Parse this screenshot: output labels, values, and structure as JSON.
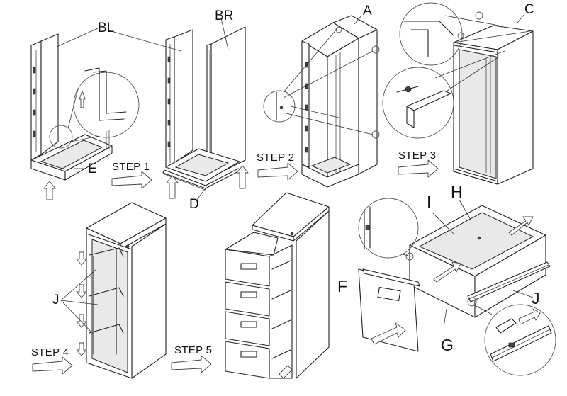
{
  "labels": {
    "bl": "BL",
    "br": "BR",
    "a": "A",
    "c": "C",
    "e": "E",
    "d": "D",
    "j_left": "J",
    "f": "F",
    "g": "G",
    "h": "H",
    "i": "I",
    "j_right": "J"
  },
  "steps": {
    "step1": "STEP 1",
    "step2": "STEP 2",
    "step3": "STEP 3",
    "step4": "STEP 4",
    "step5": "STEP 5"
  },
  "colors": {
    "line": "#222222",
    "background": "#ffffff"
  }
}
